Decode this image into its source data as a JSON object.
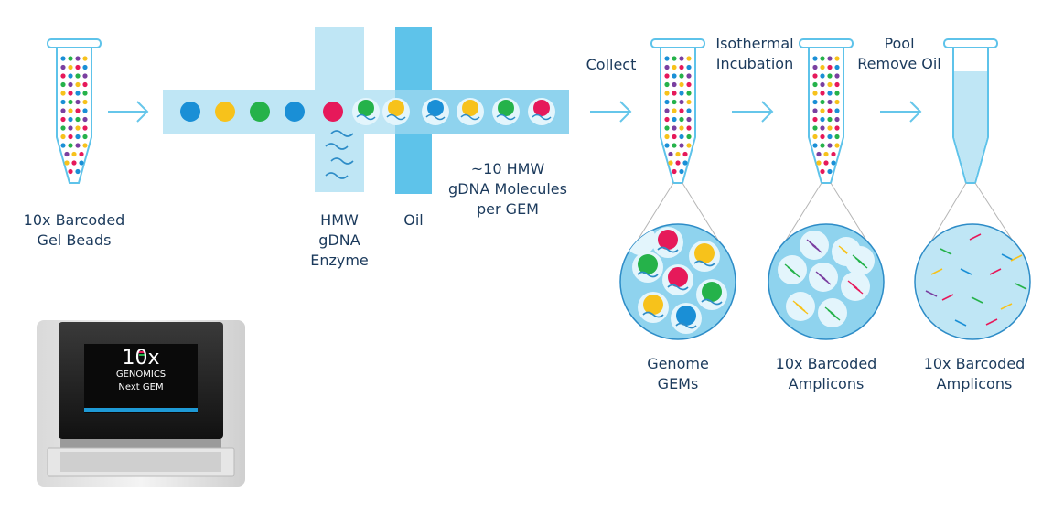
{
  "labels": {
    "gel_beads": [
      "10x Barcoded",
      "Gel Beads"
    ],
    "hmw_enzyme": [
      "HMW",
      "gDNA",
      "Enzyme"
    ],
    "oil": "Oil",
    "molecules": [
      "~10 HMW",
      "gDNA Molecules",
      "per GEM"
    ],
    "collect": "Collect",
    "incubation": [
      "Isothermal",
      "Incubation"
    ],
    "pool": [
      "Pool",
      "Remove Oil"
    ],
    "genome_gems": [
      "Genome",
      "GEMs"
    ],
    "amplicons_1": [
      "10x Barcoded",
      "Amplicons"
    ],
    "amplicons_2": [
      "10x Barcoded",
      "Amplicons"
    ]
  },
  "device": {
    "brand": "10x",
    "name": "GENOMICS",
    "model": "Next GEM"
  },
  "colors": {
    "label_text": "#1b3a5c",
    "channel_light": "#bfe6f5",
    "channel_mid": "#8fd3ee",
    "channel_oil": "#5ec3ea",
    "arrow": "#66c6ea",
    "bead_blue": "#1a8fd6",
    "bead_yellow": "#f7c21b",
    "bead_green": "#25b24a",
    "bead_red": "#e6195a",
    "bead_purple": "#7a3fa0",
    "accent_blue": "#1e9ad6"
  }
}
